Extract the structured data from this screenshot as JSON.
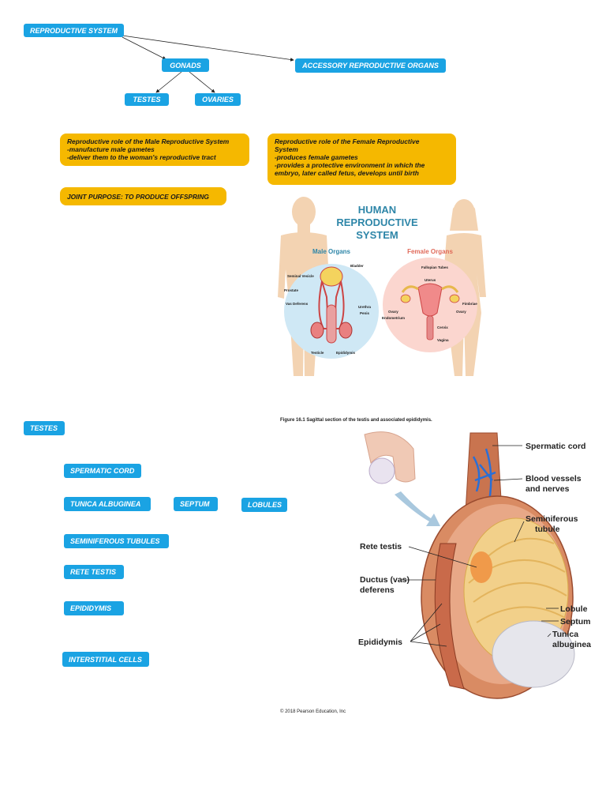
{
  "concept_map": {
    "root": "REPRODUCTIVE SYSTEM",
    "gonads": "GONADS",
    "accessory": "ACCESSORY REPRODUCTIVE ORGANS",
    "testes": "TESTES",
    "ovaries": "OVARIES"
  },
  "male_role": {
    "lines": [
      "Reproductive role of the Male Reproductive System",
      "-manufacture male gametes",
      "-deliver them to the woman's reproductive  tract"
    ]
  },
  "female_role": {
    "lines": [
      "Reproductive role of the Female Reproductive",
      "System",
      "-produces female gametes",
      "-provides a protective environment in which the",
      "embryo, later called fetus, develops until birth"
    ]
  },
  "joint_purpose": "JOINT PURPOSE: TO PRODUCE OFFSPRING",
  "human_figure": {
    "title_lines": [
      "HUMAN",
      "REPRODUCTIVE",
      "SYSTEM"
    ],
    "male_heading": "Male Organs",
    "female_heading": "Female Organs",
    "male_labels": [
      "Bladder",
      "Seminal Vesicle",
      "Prostate",
      "Vas Deferens",
      "Urethra",
      "Penis",
      "Testicle",
      "Epididymis"
    ],
    "female_labels": [
      "Fallopian Tubes",
      "Uterus",
      "Fimbriae",
      "Ovary",
      "Ovary",
      "Endometrium",
      "Cervix",
      "Vagina"
    ],
    "colors": {
      "title": "#2e86a8",
      "female_heading": "#e06a5a",
      "male_circle": "#cfe8f5",
      "female_circle": "#fbd6cf",
      "silhouette": "#f3d3b2"
    }
  },
  "testes_section": {
    "heading": "TESTES",
    "items": [
      "SPERMATIC CORD",
      "TUNICA ALBUGINEA",
      "SEPTUM",
      "LOBULES",
      "SEMINIFEROUS TUBULES",
      "RETE TESTIS",
      "EPIDIDYMIS",
      "INTERSTITIAL CELLS"
    ]
  },
  "testis_figure": {
    "caption": "Figure 16.1 Sagittal section of the testis and associated epididymis.",
    "labels": {
      "spermatic_cord": "Spermatic cord",
      "blood_vessels_1": "Blood vessels",
      "blood_vessels_2": "and nerves",
      "seminiferous_1": "Seminiferous",
      "seminiferous_2": "tubule",
      "rete_testis": "Rete testis",
      "ductus_1": "Ductus (vas)",
      "ductus_2": "deferens",
      "lobule": "Lobule",
      "septum": "Septum",
      "tunica_1": "Tunica",
      "tunica_2": "albuginea",
      "epididymis": "Epididymis"
    },
    "copyright": "© 2018 Pearson Education, Inc"
  },
  "colors": {
    "box_blue": "#1aa3e3",
    "box_yellow": "#f5b800"
  }
}
